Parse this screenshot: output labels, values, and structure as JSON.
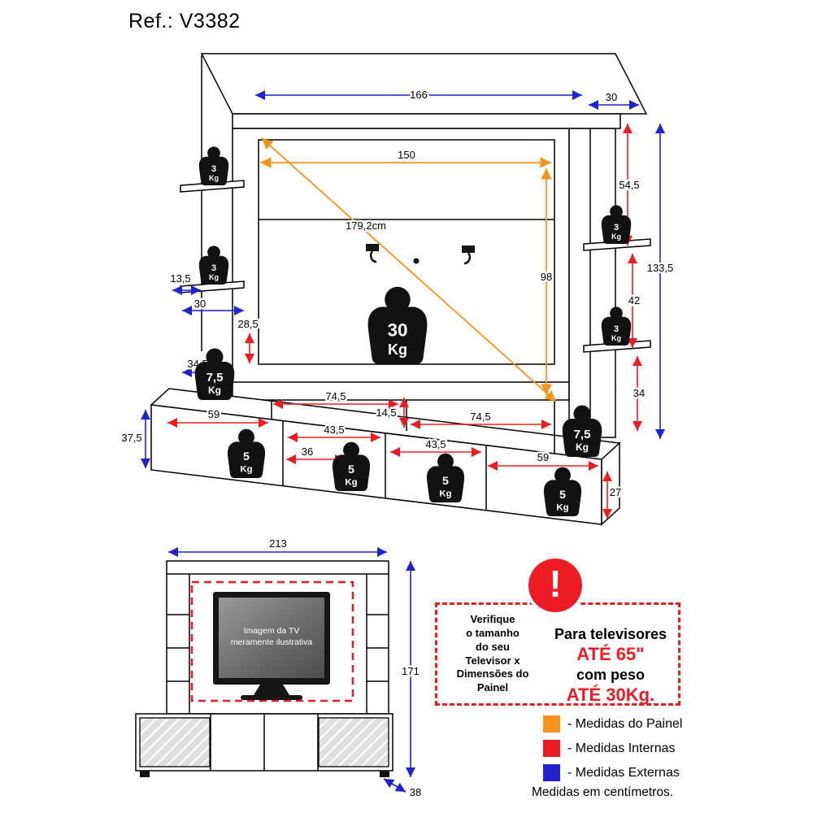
{
  "title": "Ref.: V3382",
  "colors": {
    "panel": "#f7941d",
    "internal": "#ed1c24",
    "external": "#2121cf"
  },
  "main_diagram": {
    "dims": {
      "total_width": "166",
      "top_depth": "30",
      "panel_width": "150",
      "diagonal": "179,2cm",
      "panel_height": "98",
      "right_upper": "54,5",
      "right_middle": "42",
      "right_lower": "34",
      "total_height": "133,5",
      "side_shelf_depth": "13,5",
      "side_shelf_width": "30",
      "left_gap": "28,5",
      "base_left_depth": "34,5",
      "niche_left_width": "74,5",
      "niche_right_width": "74,5",
      "niche_height": "14,5",
      "comp_1_width": "59",
      "comp_2_width": "43,5",
      "comp_2_inner": "36",
      "comp_3_width": "43,5",
      "comp_4_width": "59",
      "base_height": "37,5",
      "base_inner_height": "27"
    },
    "weights": [
      {
        "value": "3",
        "unit": "Kg"
      },
      {
        "value": "3",
        "unit": "Kg"
      },
      {
        "value": "3",
        "unit": "Kg"
      },
      {
        "value": "3",
        "unit": "Kg"
      },
      {
        "value": "7,5",
        "unit": "Kg"
      },
      {
        "value": "7,5",
        "unit": "Kg"
      },
      {
        "value": "30",
        "unit": "Kg"
      },
      {
        "value": "5",
        "unit": "Kg"
      },
      {
        "value": "5",
        "unit": "Kg"
      },
      {
        "value": "5",
        "unit": "Kg"
      },
      {
        "value": "5",
        "unit": "Kg"
      }
    ]
  },
  "small_diagram": {
    "width": "213",
    "height": "171",
    "depth": "38",
    "tv_line1": "Imagem da TV",
    "tv_line2": "meramente ilustrativa"
  },
  "warning": {
    "check_text": "Verifique\no tamanho\ndo seu\nTelevisor x\nDimensões do Painel",
    "line1": "Para televisores",
    "line2": "ATÉ 65\"",
    "line3": "com peso",
    "line4": "ATÉ 30Kg."
  },
  "legend": {
    "items": [
      {
        "color": "#f7941d",
        "label": "- Medidas do Painel"
      },
      {
        "color": "#ed1c24",
        "label": "- Medidas Internas"
      },
      {
        "color": "#2121cf",
        "label": "- Medidas Externas"
      }
    ],
    "footer": "Medidas em centímetros."
  }
}
